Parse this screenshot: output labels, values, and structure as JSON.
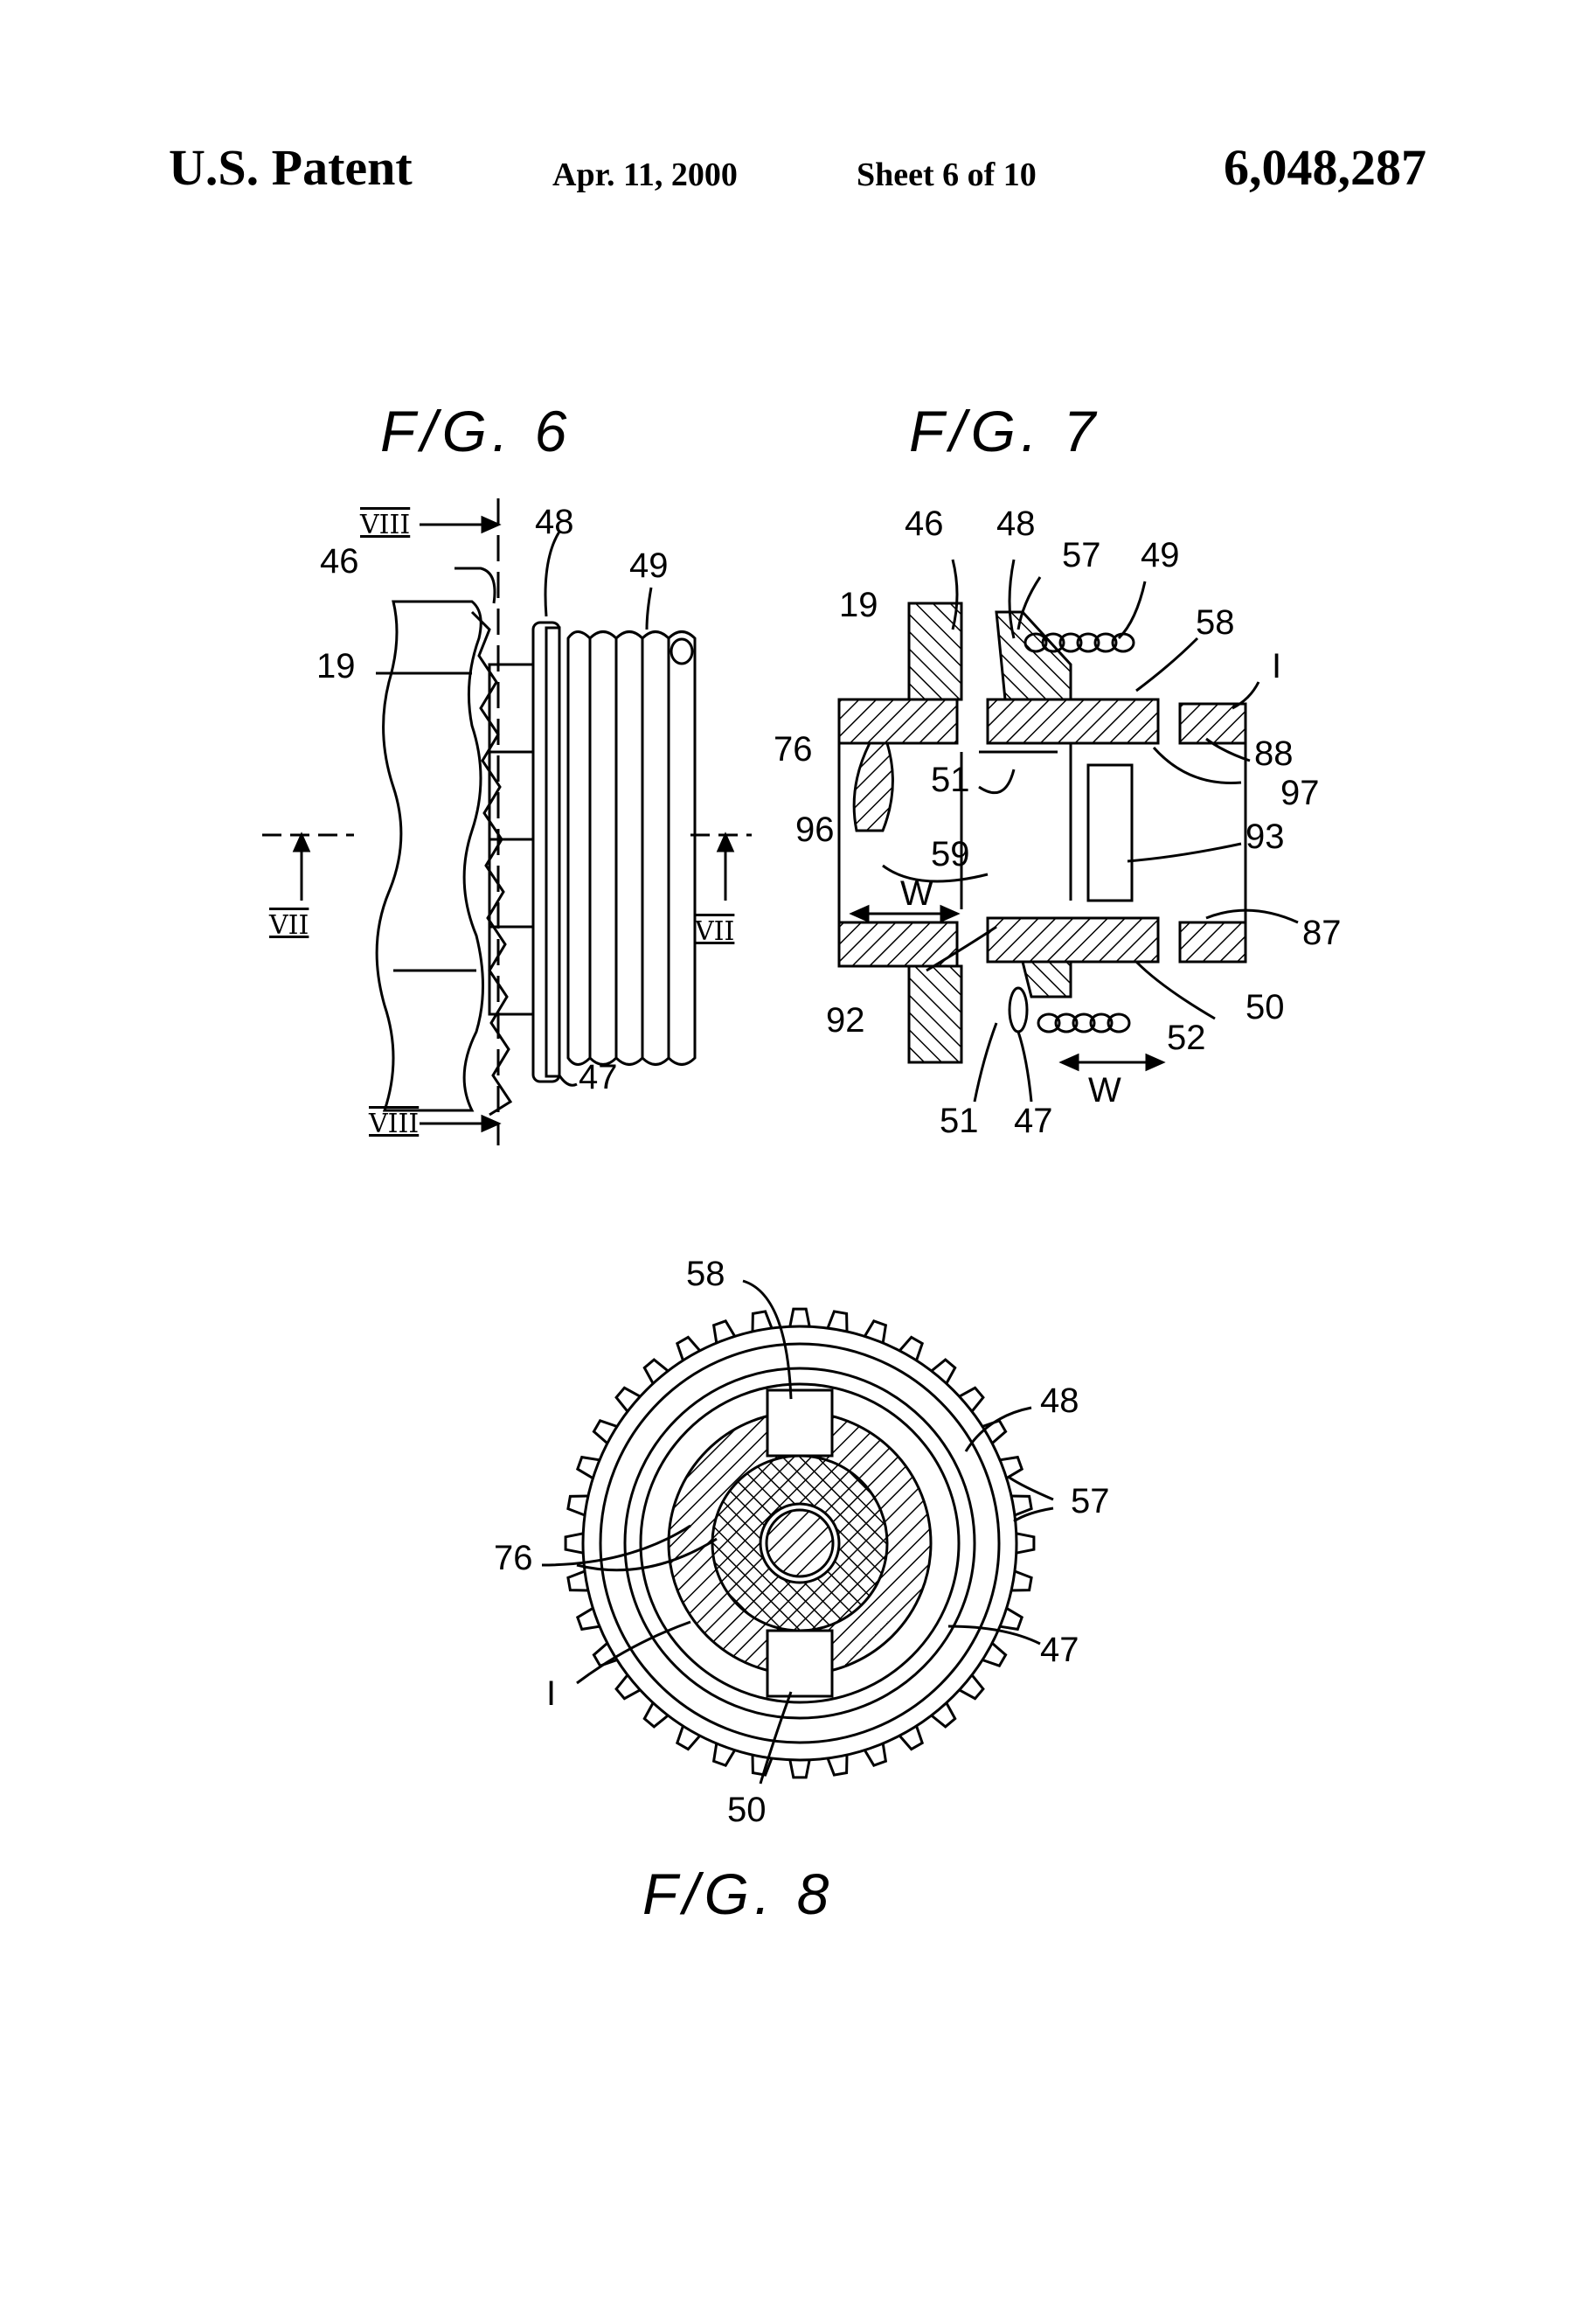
{
  "header": {
    "left": "U.S. Patent",
    "date": "Apr. 11, 2000",
    "sheet": "Sheet 6 of 10",
    "patent_number": "6,048,287"
  },
  "fig6": {
    "title": "F/G. 6",
    "labels": {
      "l48": "48",
      "l46": "46",
      "l49": "49",
      "l19": "19",
      "l47": "47"
    },
    "sections": {
      "viii_top": "VIII",
      "viii_bottom": "VIII",
      "vii_left": "VII",
      "vii_right": "VII"
    }
  },
  "fig7": {
    "title": "F/G. 7",
    "labels": {
      "l46": "46",
      "l48": "48",
      "l57": "57",
      "l49": "49",
      "l19": "19",
      "l58": "58",
      "l1": "I",
      "l76": "76",
      "l51a": "51",
      "l88": "88",
      "l97": "97",
      "l96": "96",
      "l59": "59",
      "l93": "93",
      "lw1": "W",
      "l87": "87",
      "l92": "92",
      "l50": "50",
      "l52": "52",
      "lw2": "W",
      "l51b": "51",
      "l47": "47"
    }
  },
  "fig8": {
    "title": "F/G. 8",
    "labels": {
      "l58": "58",
      "l48": "48",
      "l57": "57",
      "l76": "76",
      "l47": "47",
      "l1": "I",
      "l50": "50"
    }
  }
}
